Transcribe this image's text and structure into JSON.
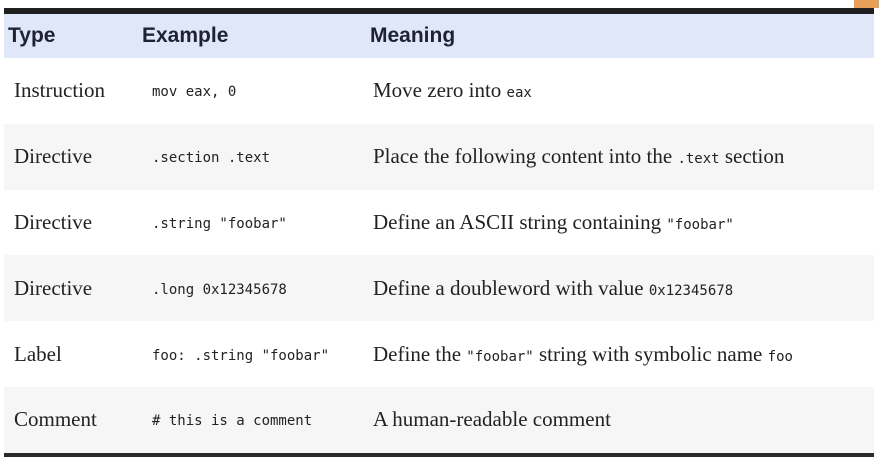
{
  "table": {
    "headers": {
      "type": "Type",
      "example": "Example",
      "meaning": "Meaning"
    },
    "rows": [
      {
        "type": "Instruction",
        "example": "mov eax, 0",
        "meaning": [
          {
            "text": "Move zero into ",
            "code": false
          },
          {
            "text": "eax",
            "code": true
          }
        ]
      },
      {
        "type": "Directive",
        "example": ".section .text",
        "meaning": [
          {
            "text": "Place the following content into the ",
            "code": false
          },
          {
            "text": ".text",
            "code": true
          },
          {
            "text": " section",
            "code": false
          }
        ]
      },
      {
        "type": "Directive",
        "example": ".string \"foobar\"",
        "meaning": [
          {
            "text": "Define an ASCII string containing ",
            "code": false
          },
          {
            "text": "\"foobar\"",
            "code": true
          }
        ]
      },
      {
        "type": "Directive",
        "example": ".long 0x12345678",
        "meaning": [
          {
            "text": "Define a doubleword with value ",
            "code": false
          },
          {
            "text": "0x12345678",
            "code": true
          }
        ]
      },
      {
        "type": "Label",
        "example": "foo: .string \"foobar\"",
        "meaning": [
          {
            "text": "Define the ",
            "code": false
          },
          {
            "text": "\"foobar\"",
            "code": true
          },
          {
            "text": " string with symbolic name ",
            "code": false
          },
          {
            "text": "foo",
            "code": true
          }
        ]
      },
      {
        "type": "Comment",
        "example": "# this is a comment",
        "meaning": [
          {
            "text": "A human-readable comment",
            "code": false
          }
        ]
      }
    ]
  }
}
